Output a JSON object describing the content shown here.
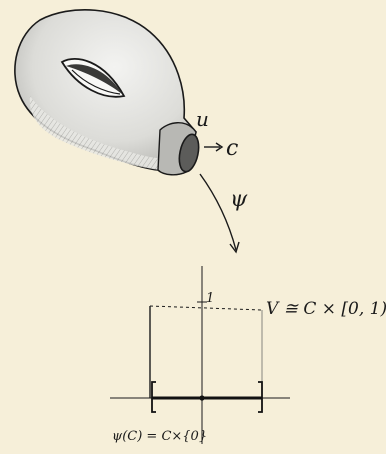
{
  "labels": {
    "u": "u",
    "c": "c",
    "psi": "ψ",
    "one": "1",
    "v_equiv": "V ≅ C × [0, 1)",
    "psi_c": "ψ(C) = C×{0}"
  },
  "colors": {
    "background": "#f6efd9",
    "ink": "#1a1a1a",
    "shade_light": "#e6e6e2",
    "shade_dark": "#7a7a78"
  }
}
